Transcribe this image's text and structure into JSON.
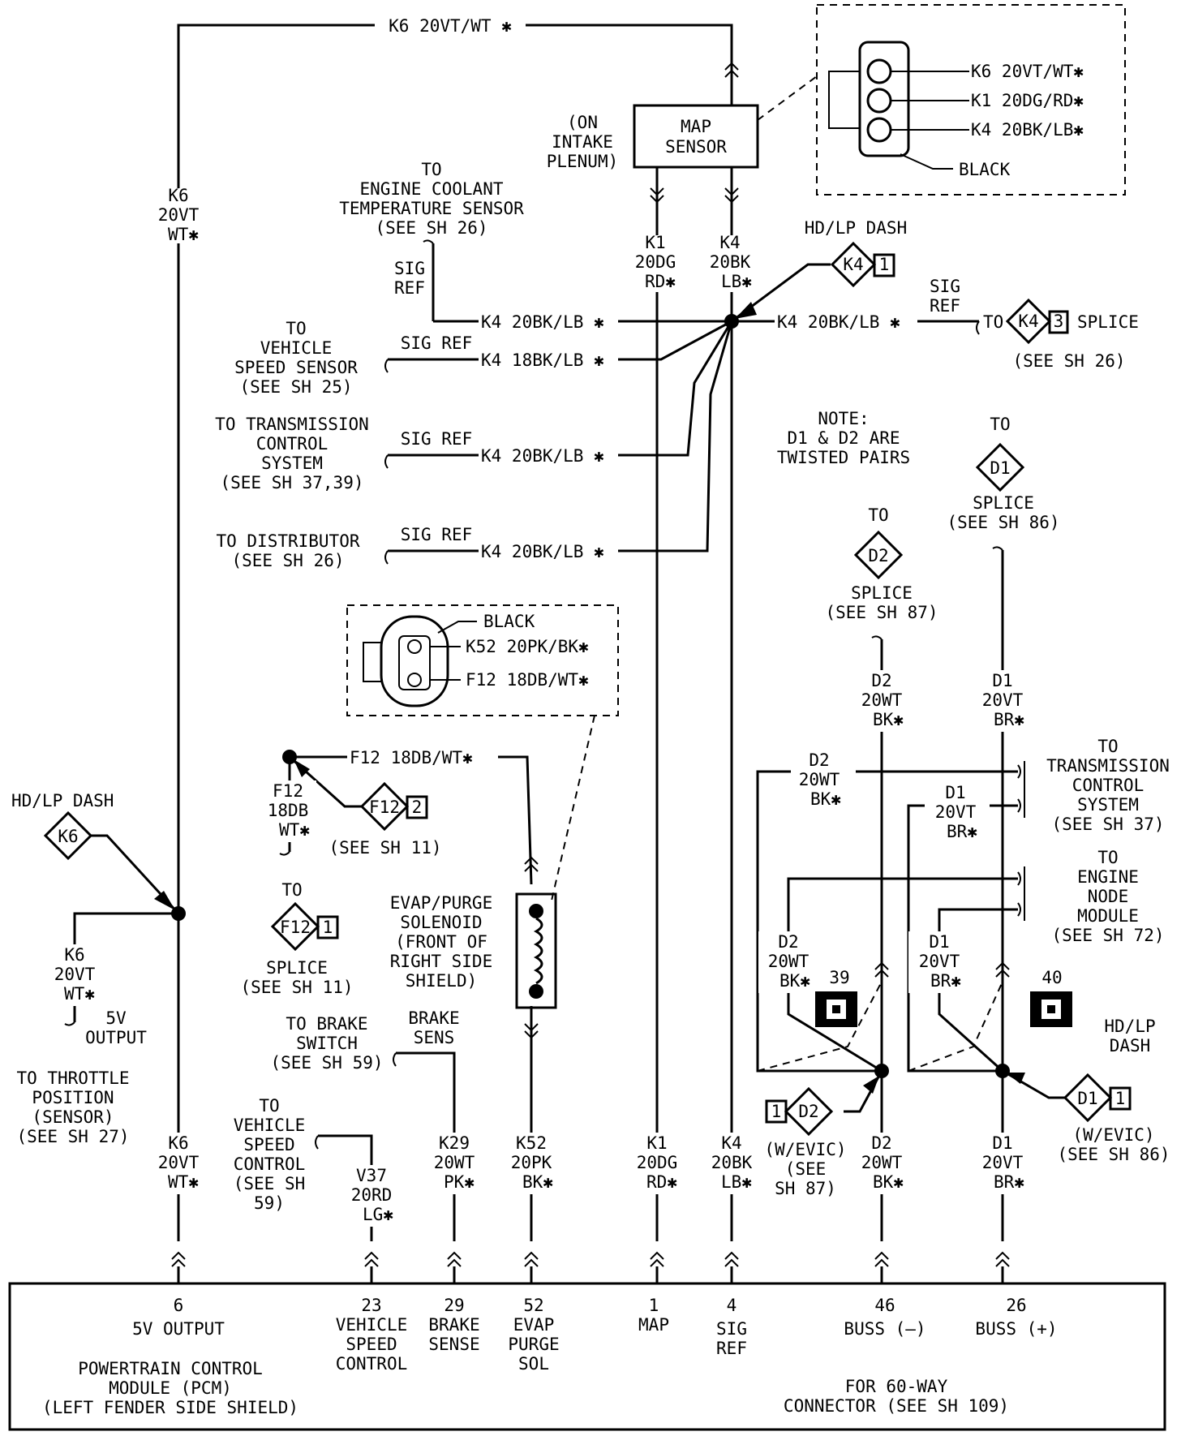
{
  "top_wire": "K6 20VT/WT ✱",
  "map_sensor": {
    "title": [
      "MAP",
      "SENSOR"
    ],
    "location": [
      "(ON",
      "INTAKE",
      "PLENUM)"
    ],
    "connector_pins": [
      "K6 20VT/WT✱",
      "K1 20DG/RD✱",
      "K4 20BK/LB✱"
    ],
    "connector_color": "BLACK"
  },
  "k6_left_label": [
    "K6",
    "20VT",
    "WT✱"
  ],
  "k1_upper": [
    "K1",
    "20DG",
    "RD✱"
  ],
  "k4_upper": [
    "K4",
    "20BK",
    "LB✱"
  ],
  "hd_lp_dash_k4": {
    "label": "HD/LP DASH",
    "id": "K4",
    "pin": "1"
  },
  "ect": {
    "text": [
      "TO",
      "ENGINE COOLANT",
      "TEMPERATURE SENSOR",
      "(SEE SH 26)"
    ],
    "sig": [
      "SIG",
      "REF"
    ],
    "wire": "K4 20BK/LB ✱"
  },
  "k4_right": {
    "wire": "K4 20BK/LB ✱",
    "sig": [
      "SIG",
      "REF"
    ],
    "to": "TO",
    "id": "K4",
    "pin": "3",
    "splice": "SPLICE",
    "see": "(SEE SH 26)"
  },
  "vss": {
    "text": [
      "TO",
      "VEHICLE",
      "SPEED SENSOR",
      "(SEE SH 25)"
    ],
    "sig": "SIG REF",
    "wire": "K4 18BK/LB ✱"
  },
  "tcs": {
    "text": [
      "TO TRANSMISSION",
      "CONTROL",
      "SYSTEM",
      "(SEE SH 37,39)"
    ],
    "sig": "SIG REF",
    "wire": "K4 20BK/LB ✱"
  },
  "dist": {
    "text": [
      "TO DISTRIBUTOR",
      "(SEE SH 26)"
    ],
    "sig": "SIG REF",
    "wire": "K4 20BK/LB ✱"
  },
  "note": [
    "NOTE:",
    "D1 & D2 ARE",
    "TWISTED PAIRS"
  ],
  "d1_splice": {
    "to": "TO",
    "id": "D1",
    "splice": "SPLICE",
    "see": "(SEE SH 86)"
  },
  "d2_splice": {
    "to": "TO",
    "id": "D2",
    "splice": "SPLICE",
    "see": "(SEE SH 87)"
  },
  "d2_mid": [
    "D2",
    "20WT",
    "BK✱"
  ],
  "d1_mid": [
    "D1",
    "20VT",
    "BR✱"
  ],
  "evap_connector": {
    "color": "BLACK",
    "pins": [
      "K52 20PK/BK✱",
      "F12 18DB/WT✱"
    ]
  },
  "f12_wire": "F12 18DB/WT✱",
  "f12_vert": [
    "F12",
    "18DB",
    "WT✱"
  ],
  "f12_dash": {
    "id": "F12",
    "pin": "2",
    "see": "(SEE SH 11)"
  },
  "f12_splice": {
    "to": "TO",
    "id": "F12",
    "pin": "1",
    "splice": "SPLICE",
    "see": "(SEE SH 11)"
  },
  "evap_sol": [
    "EVAP/PURGE",
    "SOLENOID",
    "(FRONT OF",
    "RIGHT SIDE",
    "SHIELD)"
  ],
  "hd_lp_dash_k6": {
    "label": "HD/LP DASH",
    "id": "K6"
  },
  "k6_branch": [
    "K6",
    "20VT",
    "WT✱"
  ],
  "five_v_output": [
    "5V",
    "OUTPUT"
  ],
  "tps": [
    "TO THROTTLE",
    "POSITION",
    "(SENSOR)",
    "(SEE SH 27)"
  ],
  "brake_switch": [
    "TO BRAKE",
    "SWITCH",
    "(SEE SH 59)"
  ],
  "brake_sens": [
    "BRAKE",
    "SENS"
  ],
  "vsc": [
    "TO",
    "VEHICLE",
    "SPEED",
    "CONTROL",
    "(SEE SH",
    "59)"
  ],
  "tcs2": {
    "d2": [
      "D2",
      "20WT",
      "BK✱"
    ],
    "d1": [
      "D1",
      "20VT",
      "BR✱"
    ],
    "text": [
      "TO",
      "TRANSMISSION",
      "CONTROL",
      "SYSTEM",
      "(SEE SH 37)"
    ]
  },
  "enm": {
    "text": [
      "TO",
      "ENGINE",
      "NODE",
      "MODULE",
      "(SEE SH 72)"
    ],
    "d2": [
      "D2",
      "20WT",
      "BK✱"
    ],
    "d1": [
      "D1",
      "20VT",
      "BR✱"
    ]
  },
  "grounds": [
    "39",
    "40"
  ],
  "hd_lp_dash_d1": {
    "label": [
      "HD/LP",
      "DASH"
    ],
    "id": "D1",
    "pin": "1",
    "evic": "(W/EVIC)",
    "see": "(SEE SH 86)"
  },
  "d2_evic": {
    "id": "D2",
    "pin": "1",
    "text": [
      "(W/EVIC)",
      "(SEE",
      "SH 87)"
    ]
  },
  "bottom_wires": {
    "k6": [
      "K6",
      "20VT",
      "WT✱"
    ],
    "v37": [
      "V37",
      "20RD",
      "LG✱"
    ],
    "k29": [
      "K29",
      "20WT",
      "PK✱"
    ],
    "k52": [
      "K52",
      "20PK",
      "BK✱"
    ],
    "k1": [
      "K1",
      "20DG",
      "RD✱"
    ],
    "k4": [
      "K4",
      "20BK",
      "LB✱"
    ],
    "d2": [
      "D2",
      "20WT",
      "BK✱"
    ],
    "d1": [
      "D1",
      "20VT",
      "BR✱"
    ]
  },
  "pcm": {
    "pins": [
      {
        "num": "6",
        "label": [
          "5V OUTPUT"
        ]
      },
      {
        "num": "23",
        "label": [
          "VEHICLE",
          "SPEED",
          "CONTROL"
        ]
      },
      {
        "num": "29",
        "label": [
          "BRAKE",
          "SENSE"
        ]
      },
      {
        "num": "52",
        "label": [
          "EVAP",
          "PURGE",
          "SOL"
        ]
      },
      {
        "num": "1",
        "label": [
          "MAP"
        ]
      },
      {
        "num": "4",
        "label": [
          "SIG",
          "REF"
        ]
      },
      {
        "num": "46",
        "label": [
          "BUSS (—)"
        ]
      },
      {
        "num": "26",
        "label": [
          "BUSS (+)"
        ]
      }
    ],
    "name": [
      "POWERTRAIN CONTROL",
      "MODULE (PCM)",
      "(LEFT FENDER SIDE SHIELD)"
    ],
    "connector_note": [
      "FOR 60-WAY",
      "CONNECTOR (SEE SH 109)"
    ]
  }
}
